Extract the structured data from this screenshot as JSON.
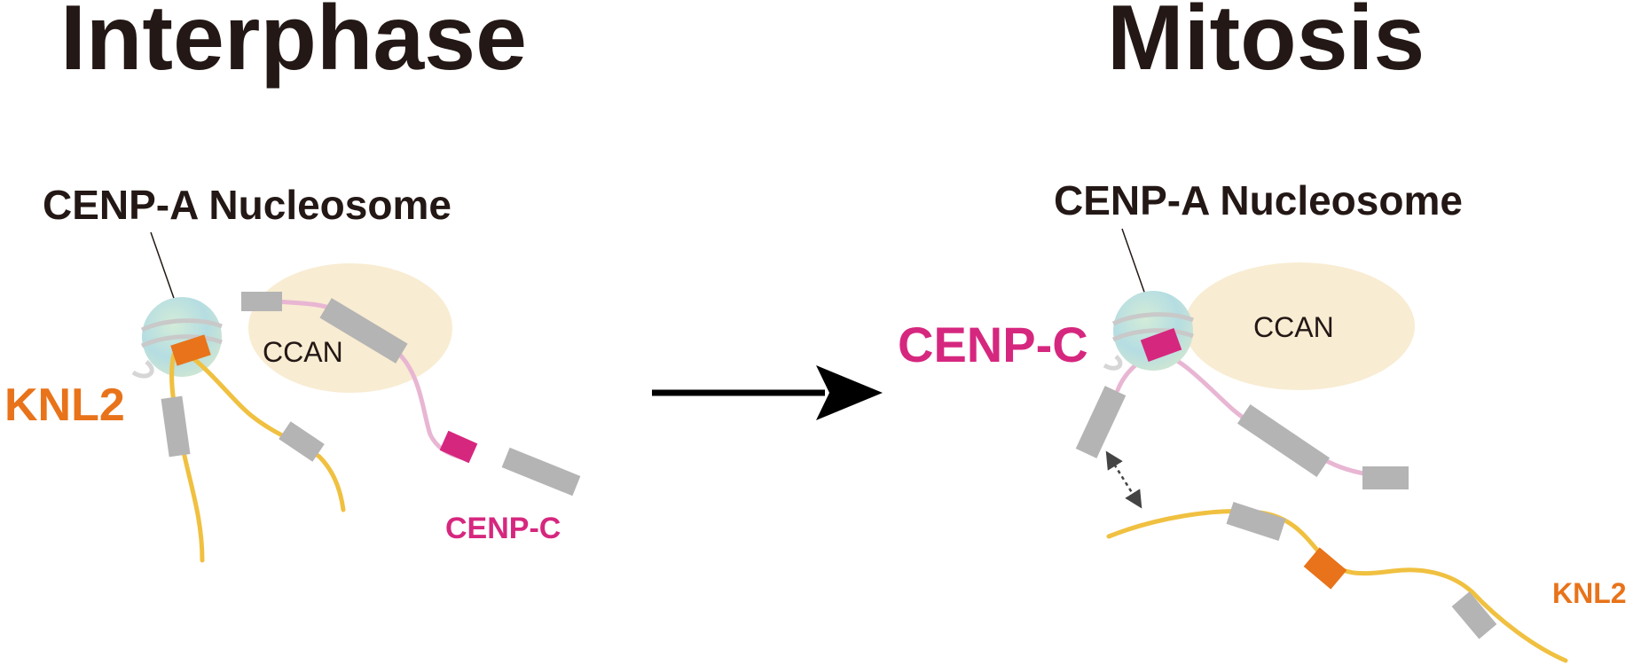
{
  "panels": {
    "interphase": {
      "title": "Interphase",
      "nucleosome_label": "CENP-A Nucleosome",
      "ccan_label": "CCAN",
      "knl2_label": "KNL2",
      "cenpc_label": "CENP-C"
    },
    "mitosis": {
      "title": "Mitosis",
      "nucleosome_label": "CENP-A Nucleosome",
      "ccan_label": "CCAN",
      "cenpc_label": "CENP-C",
      "knl2_label": "KNL2"
    }
  },
  "colors": {
    "text": "#231815",
    "knl2": "#e8731a",
    "cenpc": "#d6277f",
    "knl2_strand": "#f0c040",
    "cenpc_strand": "#e8b6d3",
    "ccan_fill": "#f8ecd2",
    "domain_gray": "#b4b4b4",
    "arrow": "#000000"
  },
  "icons": {
    "transition": "right-arrow-icon",
    "interaction": "double-headed-dotted-arrow-icon"
  }
}
